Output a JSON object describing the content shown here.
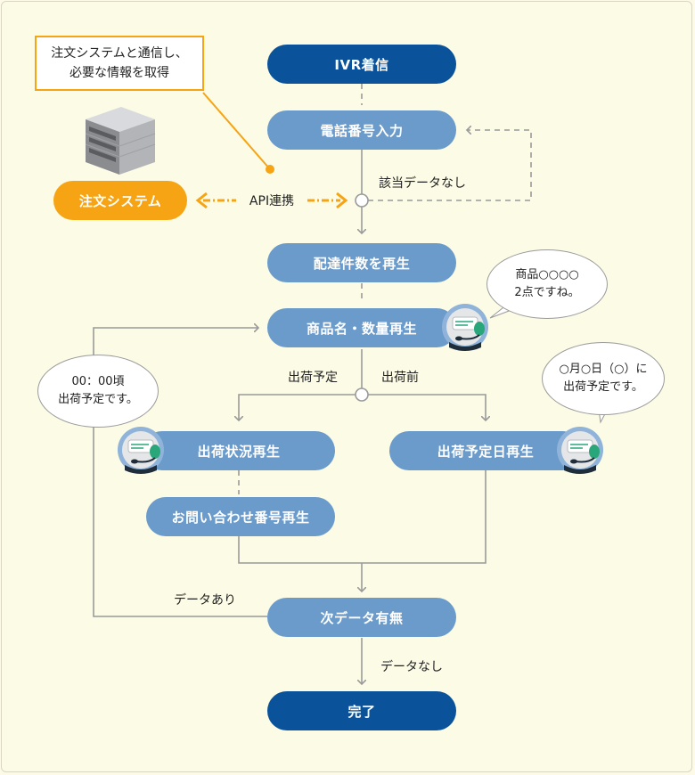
{
  "nodes": {
    "ivr": "IVR着信",
    "phone_input": "電話番号入力",
    "delivery_count": "配達件数を再生",
    "product_qty": "商品名・数量再生",
    "shipping_status": "出荷状況再生",
    "inquiry_number": "お問い合わせ番号再生",
    "shipping_date": "出荷予定日再生",
    "next_data": "次データ有無",
    "complete": "完了",
    "order_system": "注文システム"
  },
  "labels": {
    "no_match": "該当データなし",
    "api": "API連携",
    "scheduled": "出荷予定",
    "before_ship": "出荷前",
    "has_data": "データあり",
    "no_data": "データなし"
  },
  "note": {
    "line1": "注文システムと通信し、",
    "line2": "必要な情報を取得"
  },
  "bubbles": {
    "product": {
      "line1": "商品○○○○",
      "line2": "2点ですね。"
    },
    "time": {
      "line1": "00：00頃",
      "line2": "出荷予定です。"
    },
    "date": {
      "line1": "○月○日（○）に",
      "line2": "出荷予定です。"
    }
  },
  "colors": {
    "dark_blue": "#0a5299",
    "light_blue": "#6a9bcb",
    "orange": "#f6a414",
    "line_gray": "#9a9a9a"
  },
  "icons": [
    "server-icon",
    "operator-avatar-icon"
  ]
}
